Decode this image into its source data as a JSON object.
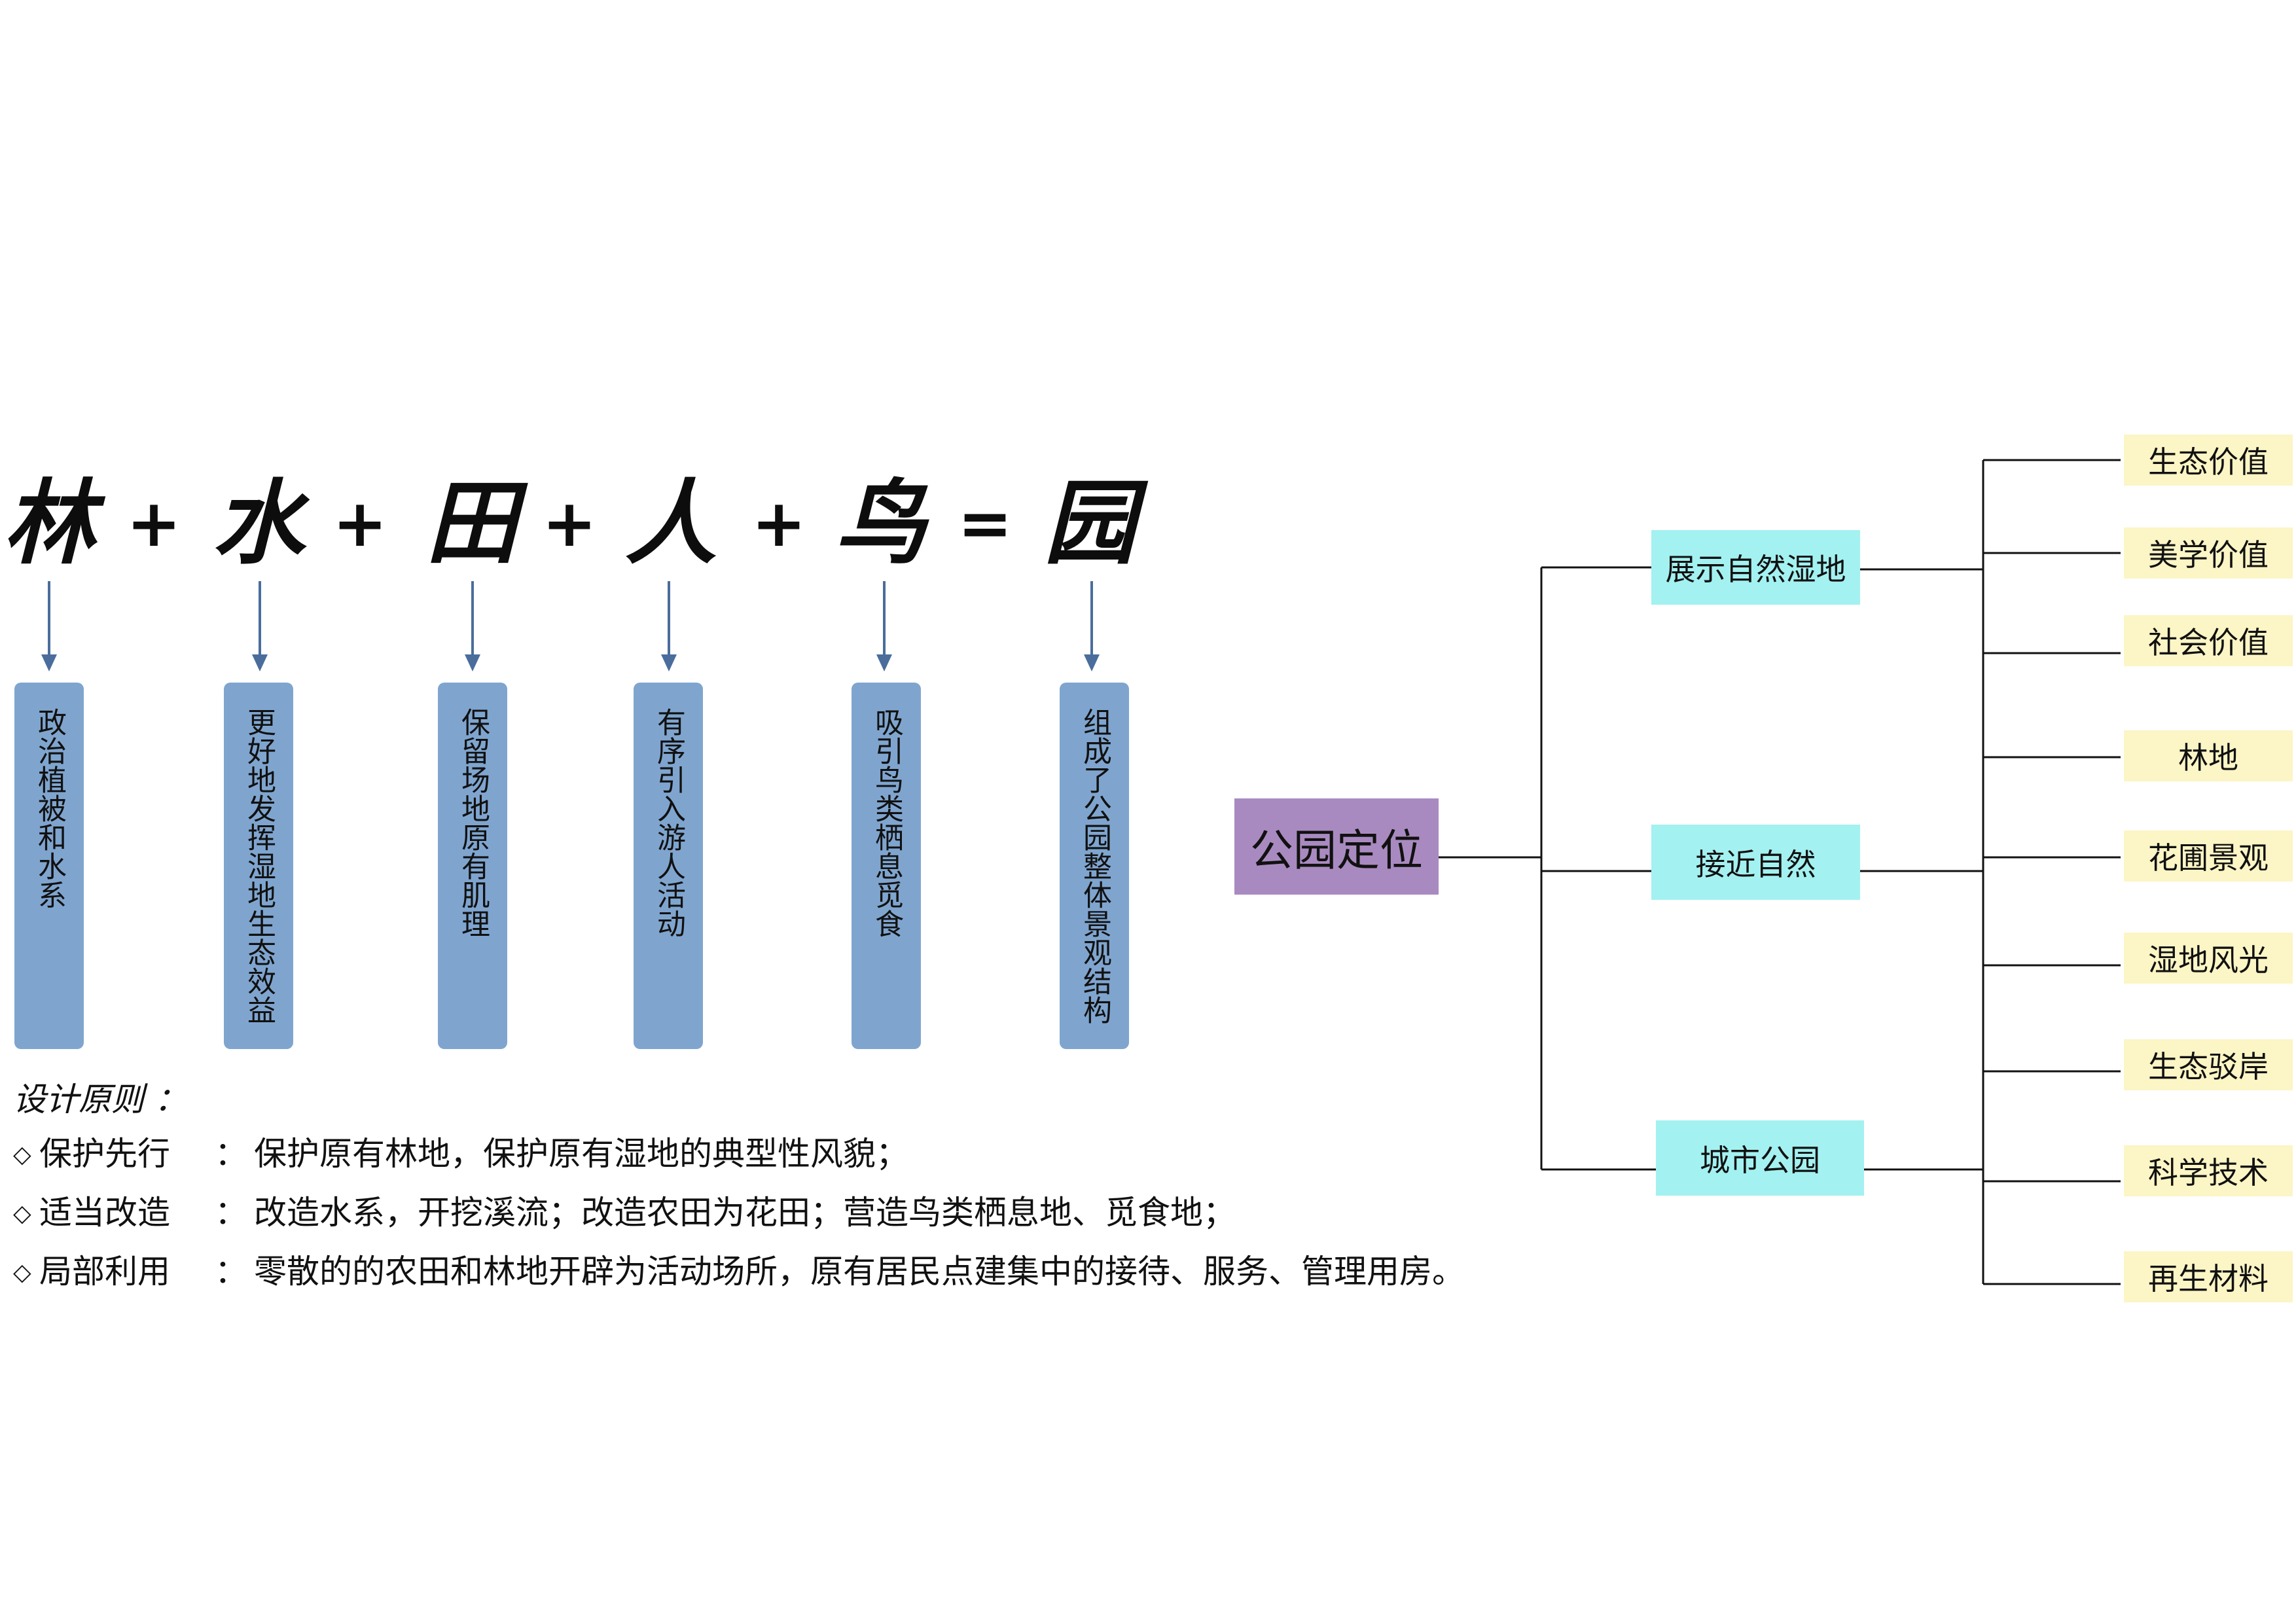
{
  "equation": {
    "terms": [
      "林",
      "水",
      "田",
      "人",
      "鸟",
      "园"
    ],
    "operators": [
      "+",
      "+",
      "+",
      "+",
      "="
    ]
  },
  "meanings": [
    "政治植被和水系",
    "更好地发挥湿地生态效益",
    "保留场地原有肌理",
    "有序引入游人活动",
    "吸引鸟类栖息觅食",
    "组成了公园整体景观结构"
  ],
  "principles": {
    "title": "设计原则 ：",
    "items": [
      {
        "bullet": "◇",
        "head": "保护先行",
        "colon": "：",
        "text": "保护原有林地，保护原有湿地的典型性风貌；"
      },
      {
        "bullet": "◇",
        "head": "适当改造",
        "colon": "：",
        "text": "改造水系，开挖溪流；改造农田为花田；营造鸟类栖息地、觅食地；"
      },
      {
        "bullet": "◇",
        "head": "局部利用",
        "colon": "：",
        "text": "零散的的农田和林地开辟为活动场所，原有居民点建集中的接待、服务、管理用房。"
      }
    ]
  },
  "mindmap": {
    "root": "公园定位",
    "branches": [
      "展示自然湿地",
      "接近自然",
      "城市公园"
    ],
    "leaves": [
      "生态价值",
      "美学价值",
      "社会价值",
      "林地",
      "花圃景观",
      "湿地风光",
      "生态驳岸",
      "科学技术",
      "再生材料"
    ]
  },
  "colors": {
    "bar": "#7fa5cf",
    "arrow": "#4a6d9c",
    "root": "#a98ac0",
    "branch": "#a4f1f1",
    "leaf": "#fcf5c5"
  }
}
